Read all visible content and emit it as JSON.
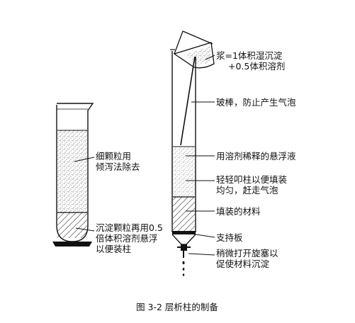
{
  "left_column": {
    "fine_particles": [
      "细颗粒用",
      "倾泻法除去"
    ],
    "sediment": [
      "沉淀颗粒再用0.5",
      "倍体积溶剂悬浮",
      "以便装柱"
    ]
  },
  "right_column": {
    "slurry": [
      "浆=1体积湿沉淀",
      "+0.5体积溶剂"
    ],
    "glass_rod": [
      "玻棒，防止产生气泡"
    ],
    "diluted_suspension": [
      "用溶剂稀释的悬浮液"
    ],
    "tap_column": [
      "轻轻叩柱以便填装",
      "均匀，赶走气泡"
    ],
    "packed_material": [
      "填装的材料"
    ],
    "support_plate": [
      "支持板"
    ],
    "stopcock": [
      "稍微打开旋塞以",
      "促使材料沉淀"
    ]
  },
  "caption": "图 3-2 层析柱的制备",
  "colors": {
    "ink": "#111111",
    "background": "#ffffff"
  }
}
